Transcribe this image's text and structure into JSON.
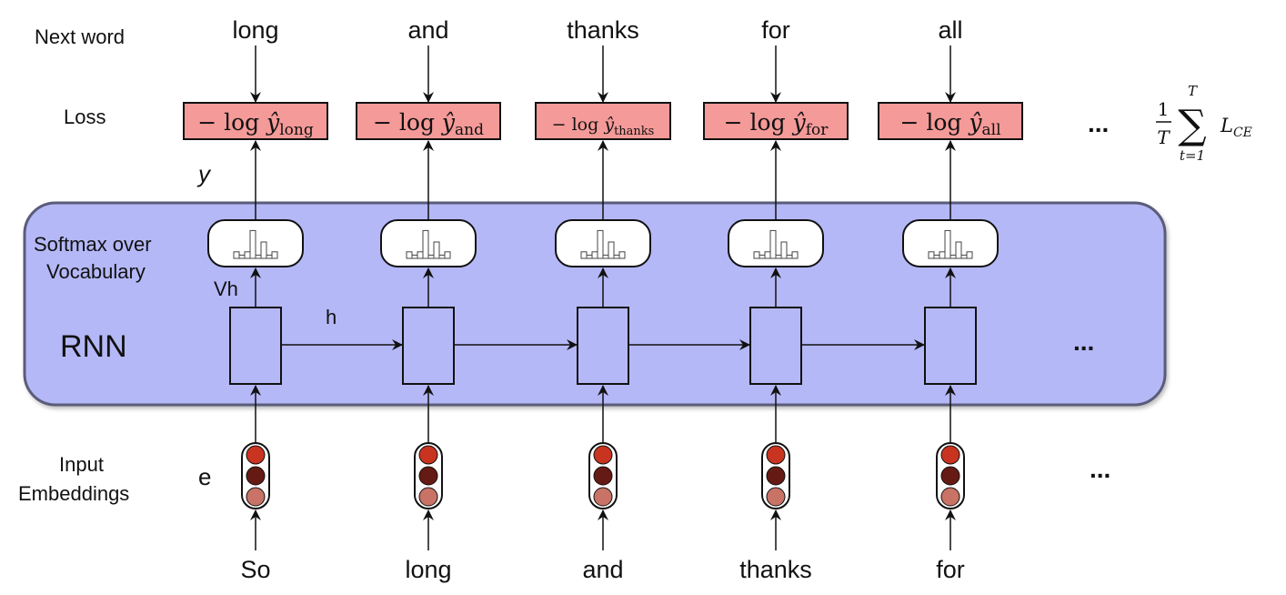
{
  "row_labels": {
    "next_word": "Next word",
    "loss": "Loss",
    "softmax_line1": "Softmax over",
    "softmax_line2": "Vocabulary",
    "rnn": "RNN",
    "input_line1": "Input",
    "input_line2": "Embeddings"
  },
  "symbols": {
    "y": "y",
    "vh": "Vh",
    "h": "h",
    "e": "e",
    "ellipsis": "..."
  },
  "loss_formula": {
    "prefix": "− log ",
    "yhat": "ŷ"
  },
  "total_loss": {
    "numerator": "1",
    "denominator": "T",
    "sum": "∑",
    "upper": "T",
    "lower": "t=1",
    "term": "L",
    "subscript": "CE"
  },
  "timesteps": [
    {
      "input": "So",
      "next": "long"
    },
    {
      "input": "long",
      "next": "and"
    },
    {
      "input": "and",
      "next": "thanks"
    },
    {
      "input": "thanks",
      "next": "for"
    },
    {
      "input": "for",
      "next": "all"
    }
  ],
  "softmax_bars": [
    0.2,
    0.1,
    0.2,
    0.85,
    0.1,
    0.5,
    0.1,
    0.2
  ],
  "colors": {
    "rnn_fill": "#b5b8f7",
    "rnn_border": "#5a5c7a",
    "loss_fill": "#f49a98",
    "emb_top": "#c8341f",
    "emb_mid": "#651a14",
    "emb_bot": "#c87365",
    "stroke": "#111111"
  }
}
